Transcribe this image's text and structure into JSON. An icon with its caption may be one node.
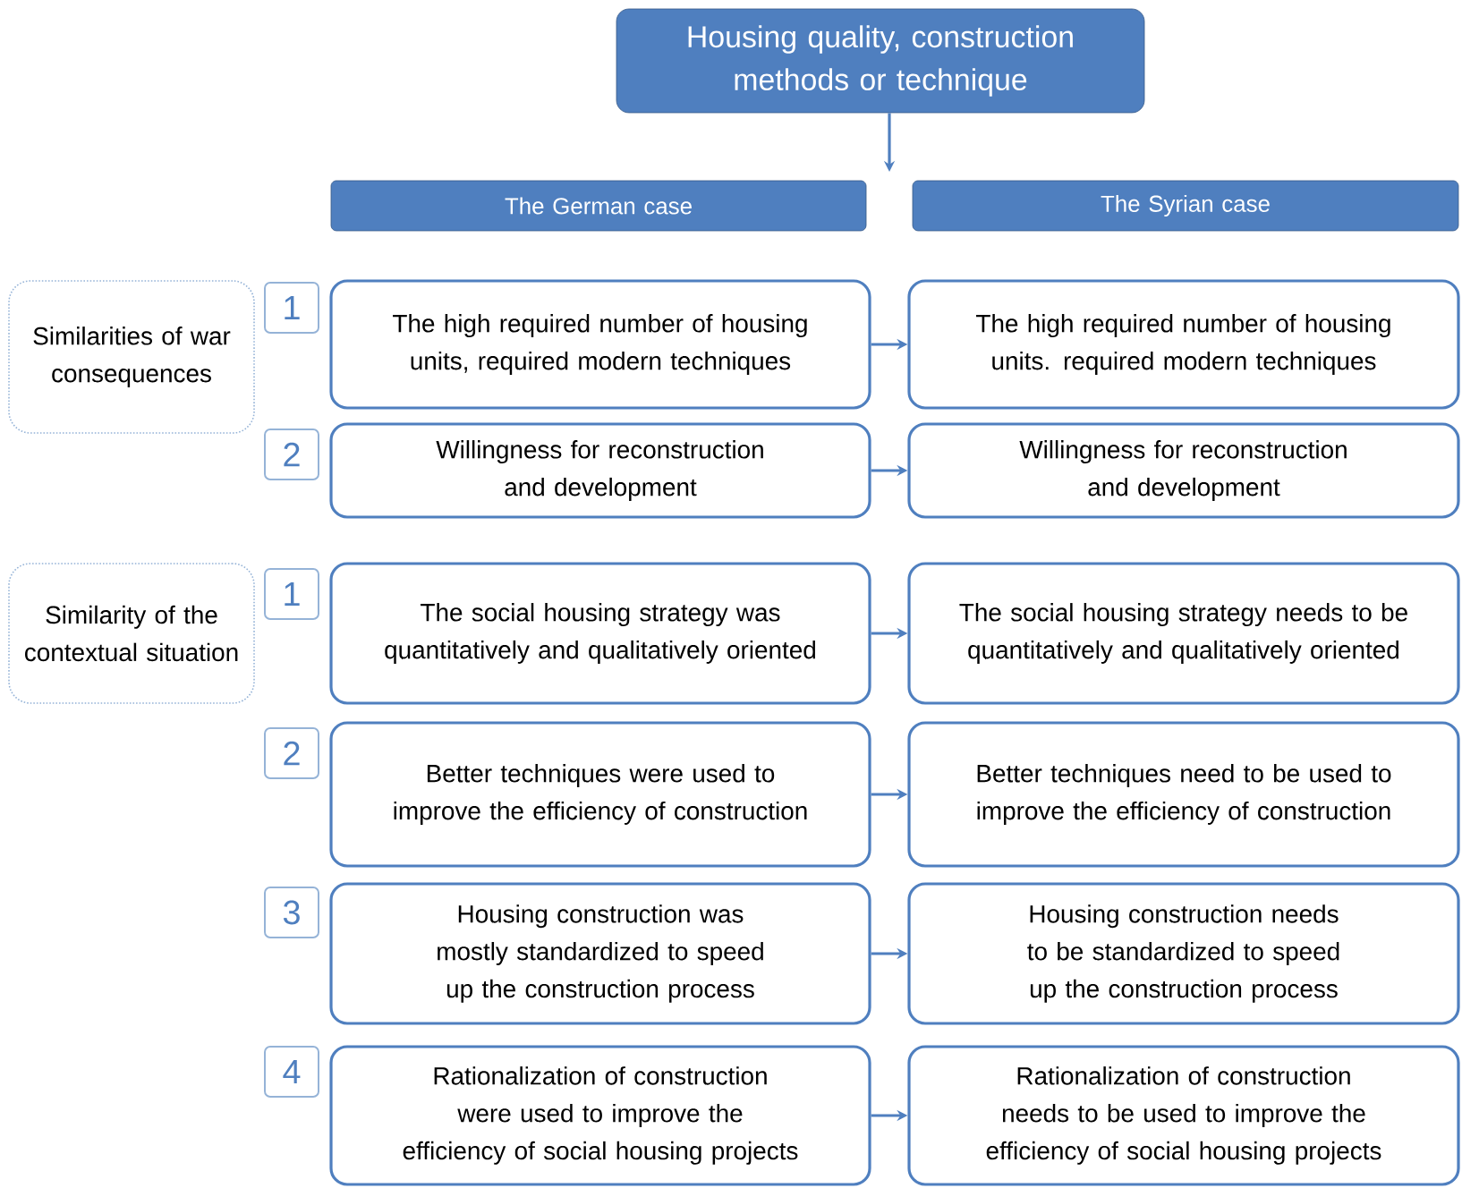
{
  "diagram": {
    "nodes": [
      {
        "text": [
          "Housing quality, construction methods or technique"
        ]
      },
      {
        "text": [
          "The German case"
        ]
      },
      {
        "text": [
          "The Syrian case"
        ]
      },
      {
        "text": [
          "Similarities of war consequences"
        ]
      },
      {
        "text": [
          "1"
        ]
      },
      {
        "text": [
          "The high required number of housing units, required modern techniques"
        ]
      },
      {
        "text": [
          "The high required number of housing units. required modern techniques"
        ]
      },
      {
        "text": [
          "2"
        ]
      },
      {
        "text": [
          "Willingness for reconstruction and development"
        ]
      },
      {
        "text": [
          "Willingness for reconstruction and development"
        ]
      },
      {
        "text": [
          "Similarity of the contextual situation"
        ]
      },
      {
        "text": [
          "1"
        ]
      },
      {
        "text": [
          "The social housing strategy was quantitatively and qualitatively oriented"
        ]
      },
      {
        "text": [
          "The social housing strategy needs to be quantitatively and qualitatively oriented"
        ]
      },
      {
        "text": [
          "2"
        ]
      },
      {
        "text": [
          "Better techniques were used to improve the efficiency of construction"
        ]
      },
      {
        "text": [
          "Better techniques need to be used to improve the efficiency of construction"
        ]
      },
      {
        "text": [
          "3"
        ]
      },
      {
        "text": [
          "Housing construction was mostly standardized to speed up the construction process"
        ]
      },
      {
        "text": [
          "Housing construction needs to be standardized to speed up the construction process"
        ]
      },
      {
        "text": [
          "4"
        ]
      },
      {
        "text": [
          "Rationalization of construction were used to improve the efficiency of social housing projects"
        ]
      },
      {
        "text": [
          "Rationalization of construction needs to be used to improve the efficiency of social housing projects"
        ]
      }
    ],
    "edges": [
      {
        "from": 0,
        "to": null,
        "arrow": "to"
      },
      {
        "from": 5,
        "to": 6,
        "arrow": "to"
      },
      {
        "from": 8,
        "to": 9,
        "arrow": "to"
      },
      {
        "from": 12,
        "to": 13,
        "arrow": "to"
      },
      {
        "from": 15,
        "to": 16,
        "arrow": "to"
      },
      {
        "from": 18,
        "to": 19,
        "arrow": "to"
      },
      {
        "from": 21,
        "to": 22,
        "arrow": "to"
      }
    ]
  }
}
